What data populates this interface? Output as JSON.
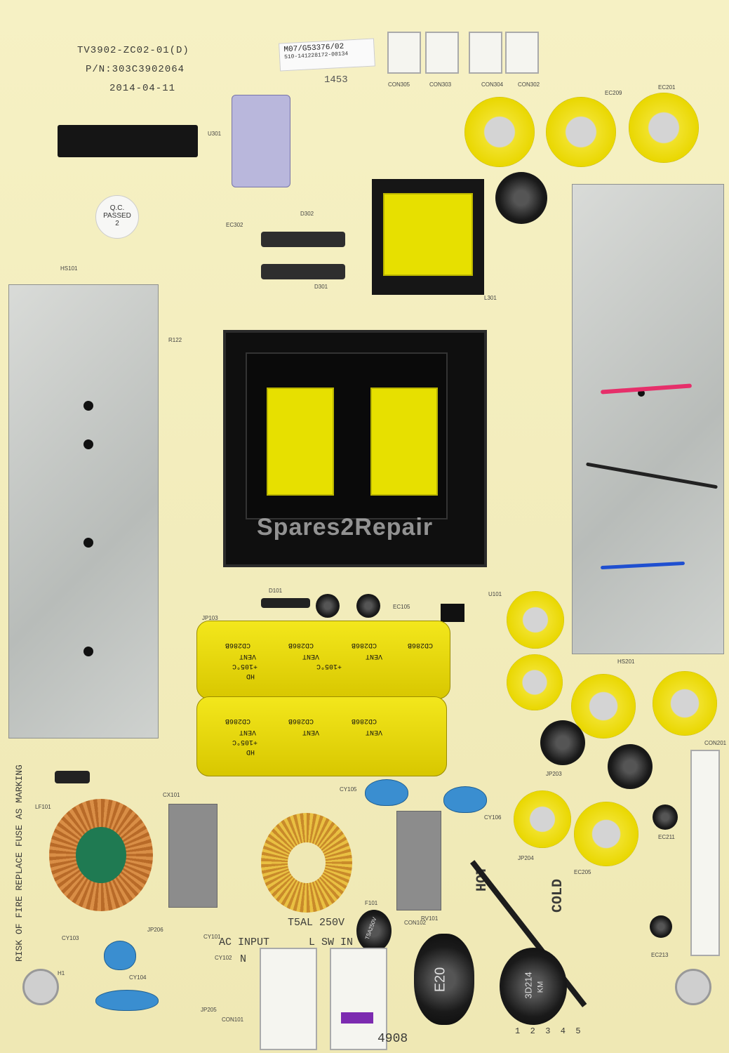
{
  "board": {
    "model": "TV3902-ZC02-01(D)",
    "part_number": "P/N:303C3902064",
    "date": "2014-04-11",
    "sticker_line1": "M07/G53376/02",
    "sticker_line2": "510-141228172-00134",
    "stamp": "1453",
    "watermark": "Spares2Repair",
    "qc_line1": "Q.C.",
    "qc_line2": "PASSED",
    "qc_line3": "2",
    "fuse_warning": "RISK OF FIRE REPLACE FUSE AS MARKING",
    "fuse_rating": "T5AL 250V",
    "ac_input": "AC INPUT",
    "l_sw_in": "L SW IN",
    "n_label": "N",
    "hot": "HOT",
    "cold": "COLD",
    "bottom_code": "4908",
    "pin_numbers": "1  2  3  4  5",
    "ntc1": "E20",
    "ntc2": "3D214",
    "ntc2_sub": "KM",
    "fuse_label": "T5A250V"
  },
  "refs": {
    "hs101": "HS101",
    "u301": "U301",
    "d302": "D302",
    "d301": "D301",
    "ec302": "EC302",
    "l301": "L301",
    "r122": "R122",
    "d101": "D101",
    "jp103": "JP103",
    "ec105": "EC105",
    "u101": "U101",
    "hs201": "HS201",
    "ec201": "EC201",
    "ec209": "EC209",
    "con305": "CON305",
    "con303": "CON303",
    "con304": "CON304",
    "con302": "CON302",
    "cx101": "CX101",
    "lf101": "LF101",
    "cy103": "CY103",
    "cy104": "CY104",
    "cy105": "CY105",
    "cy106": "CY106",
    "f101": "F101",
    "con101": "CON101",
    "con102": "CON102",
    "con201": "CON201",
    "ec211": "EC211",
    "ec213": "EC213",
    "ec205": "EC205",
    "jp204": "JP204",
    "jp203": "JP203",
    "h1": "H1",
    "jp206": "JP206",
    "jp205": "JP205",
    "cy101": "CY101",
    "cy102": "CY102",
    "rv101": "RV101"
  },
  "cap_text": {
    "line1": "CD286B",
    "line2": "VENT",
    "line3": "+105°C",
    "line4": "HD"
  },
  "colors": {
    "board": "#f4f0c6",
    "silkscreen": "#3b3b38",
    "capacitor_yellow": "#f3e71c",
    "heatsink": "#c8cbc8",
    "transformer_core": "#0f0f0f"
  }
}
